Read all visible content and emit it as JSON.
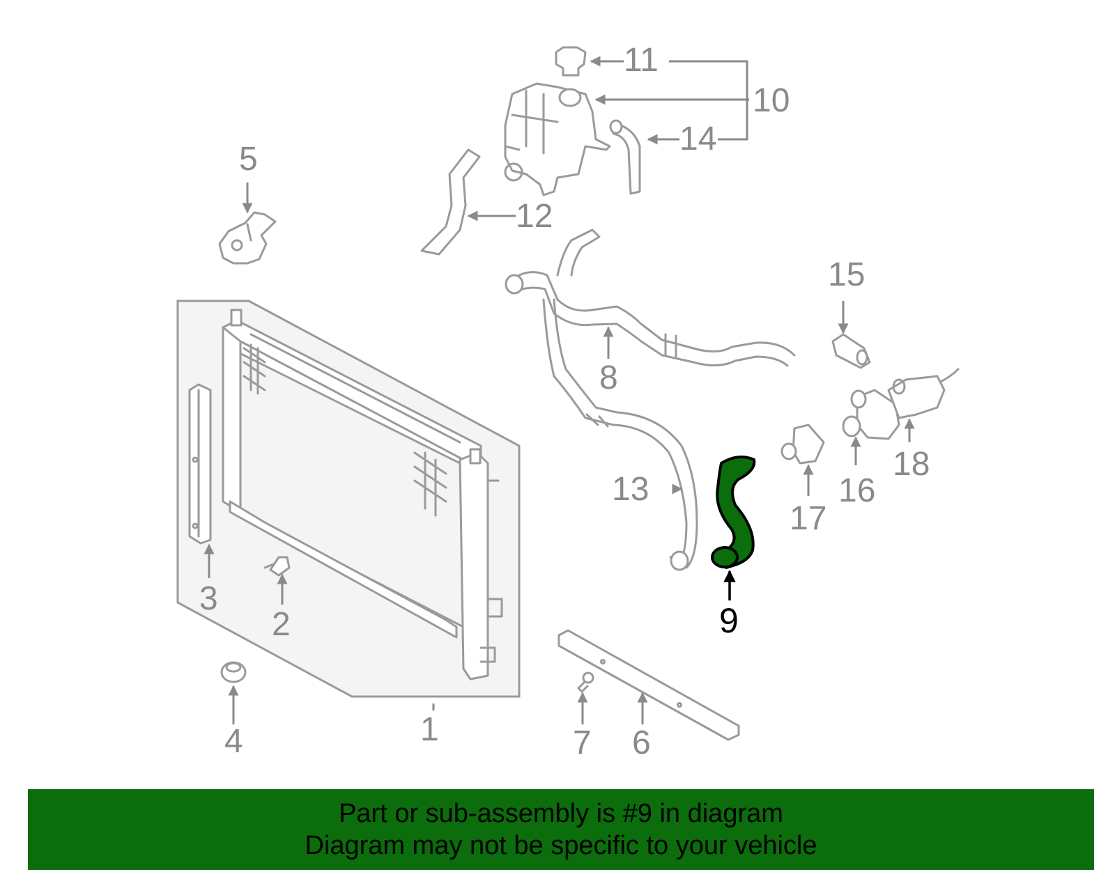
{
  "colors": {
    "highlight": "#0b6d0b",
    "part_stroke": "#9a9a9a",
    "label_gray": "#8a8a8a",
    "label_active": "#000000",
    "banner_background": "#0b6d0b"
  },
  "callouts": {
    "c1": "1",
    "c2": "2",
    "c3": "3",
    "c4": "4",
    "c5": "5",
    "c6": "6",
    "c7": "7",
    "c8": "8",
    "c9": "9",
    "c10": "10",
    "c11": "11",
    "c12": "12",
    "c13": "13",
    "c14": "14",
    "c15": "15",
    "c16": "16",
    "c17": "17",
    "c18": "18"
  },
  "highlighted_part": "9",
  "banner": {
    "line1": "Part or sub-assembly is #9 in diagram",
    "line2": "Diagram may not be specific to your vehicle"
  }
}
